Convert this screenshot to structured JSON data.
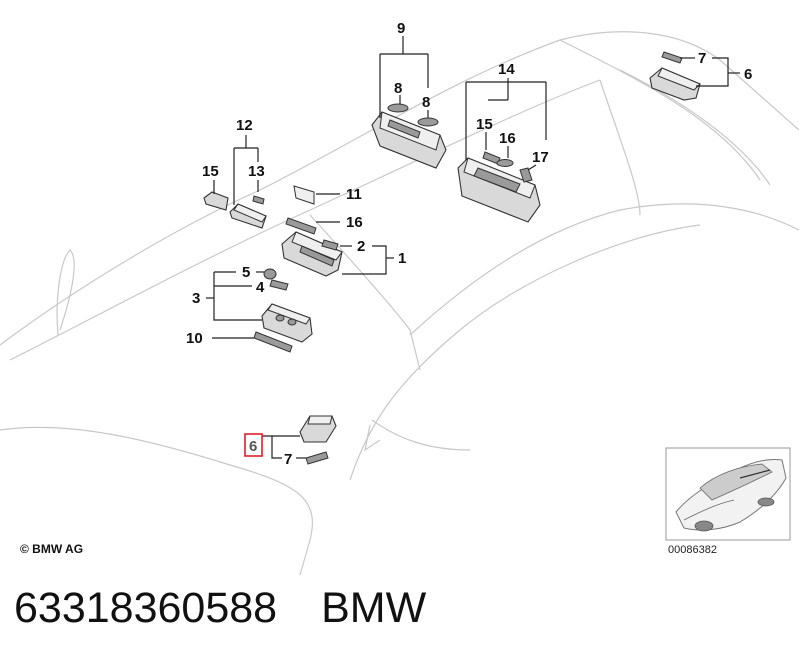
{
  "callouts": [
    {
      "id": "c9",
      "label": "9"
    },
    {
      "id": "c8a",
      "label": "8"
    },
    {
      "id": "c8b",
      "label": "8"
    },
    {
      "id": "c14",
      "label": "14"
    },
    {
      "id": "c15a",
      "label": "15"
    },
    {
      "id": "c16a",
      "label": "16"
    },
    {
      "id": "c17",
      "label": "17"
    },
    {
      "id": "c7a",
      "label": "7"
    },
    {
      "id": "c6a",
      "label": "6"
    },
    {
      "id": "c12",
      "label": "12"
    },
    {
      "id": "c15b",
      "label": "15"
    },
    {
      "id": "c13",
      "label": "13"
    },
    {
      "id": "c11",
      "label": "11"
    },
    {
      "id": "c16b",
      "label": "16"
    },
    {
      "id": "c2",
      "label": "2"
    },
    {
      "id": "c1",
      "label": "1"
    },
    {
      "id": "c5",
      "label": "5"
    },
    {
      "id": "c4",
      "label": "4"
    },
    {
      "id": "c3",
      "label": "3"
    },
    {
      "id": "c10",
      "label": "10"
    },
    {
      "id": "c6b",
      "label": "6",
      "highlighted": true
    },
    {
      "id": "c7b",
      "label": "7"
    }
  ],
  "copyright": "© BMW AG",
  "diagram_ref": "00086382",
  "part_number": "63318360588",
  "brand": "BMW",
  "colors": {
    "highlight": "#e0202a",
    "line": "#222222",
    "body_outline": "#c8c8c8"
  }
}
